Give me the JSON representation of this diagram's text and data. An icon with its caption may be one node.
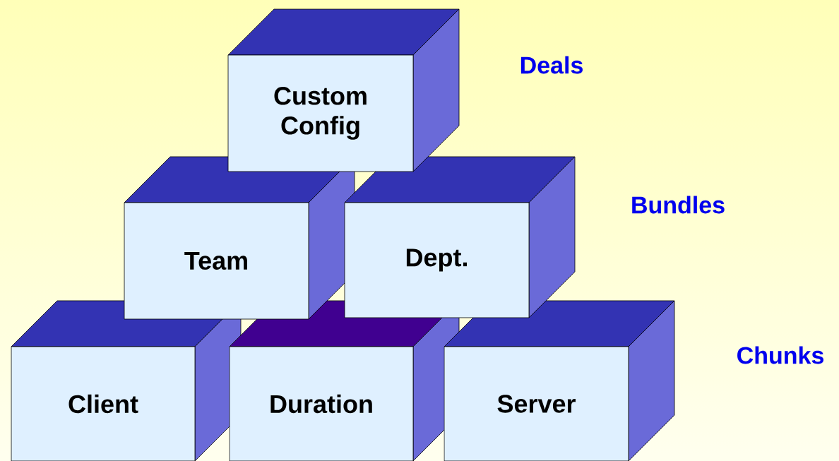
{
  "diagram": {
    "nodes": [
      {
        "text": [
          "Custom Config"
        ]
      },
      {
        "text": [
          "Team"
        ]
      },
      {
        "text": [
          "Dept."
        ]
      },
      {
        "text": [
          "Client"
        ]
      },
      {
        "text": [
          "Duration"
        ]
      },
      {
        "text": [
          "Server"
        ]
      }
    ],
    "labels": [
      "Deals",
      "Bundles",
      "Chunks"
    ]
  }
}
